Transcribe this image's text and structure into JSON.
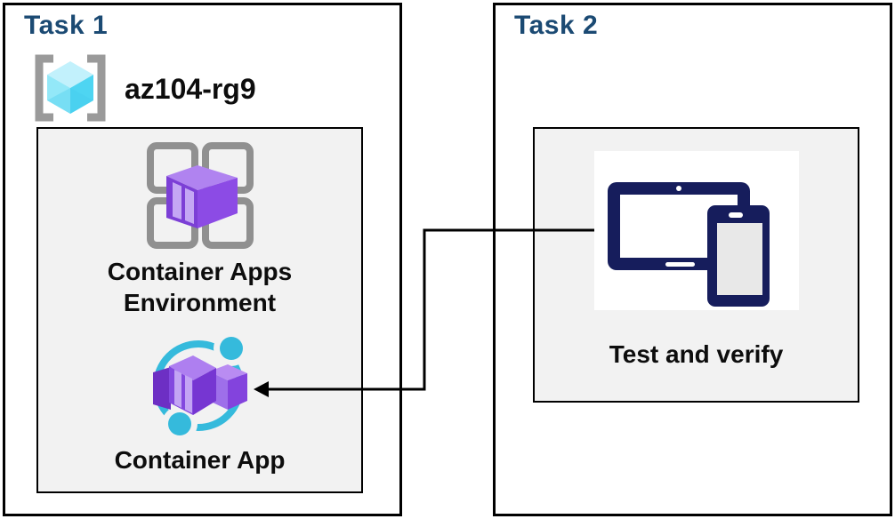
{
  "diagram": {
    "task1": {
      "title": "Task 1",
      "resource_group_name": "az104-rg9",
      "environment_label": "Container Apps Environment",
      "app_label": "Container App"
    },
    "task2": {
      "title": "Task 2",
      "verify_label": "Test and verify"
    },
    "icons": {
      "resource_group": "resource-group-icon",
      "environment": "container-apps-environment-icon",
      "container_app": "container-app-icon",
      "devices": "tablet-and-phone-icon",
      "connector": "arrow-connector"
    },
    "colors": {
      "task_title_blue": "#1B4A73",
      "label_text": "#0d0d0d",
      "border_black": "#000000",
      "panel_gray": "#F2F2F2",
      "icon_navy": "#161D5C",
      "icon_cyan": "#35BADC",
      "icon_cube_top": "#C2F1FC",
      "icon_cube_left": "#93E8F8",
      "icon_cube_right": "#4ED5F2",
      "icon_bracket_gray": "#9A9A9A",
      "icon_square_gray": "#909090",
      "icon_purple_front": "#7C3FD6",
      "icon_purple_top": "#B083F0",
      "icon_purple_right": "#8C4BE5",
      "icon_purple_stripe": "#C4A7F4",
      "device_screen_gray": "#E8E8E8"
    }
  }
}
